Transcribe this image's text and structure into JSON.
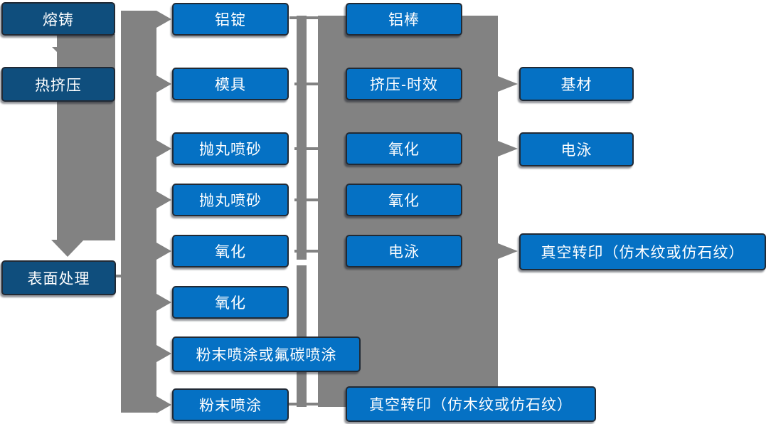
{
  "colors": {
    "dark_blue": "#0F4E7D",
    "bright_blue": "#0571C4",
    "connector_gray": "#828282",
    "node_border": "#212A35",
    "text_white": "#FFFFFF",
    "page_bg": "#FFFFFF"
  },
  "nodes": [
    {
      "id": "rongzhu",
      "label": "熔铸",
      "column": 1,
      "style": "dark"
    },
    {
      "id": "rejiya",
      "label": "热挤压",
      "column": 1,
      "style": "dark"
    },
    {
      "id": "biaomianchuli",
      "label": "表面处理",
      "column": 1,
      "style": "dark"
    },
    {
      "id": "lvding",
      "label": "铝锭",
      "column": 2,
      "style": "bright"
    },
    {
      "id": "muju",
      "label": "模具",
      "column": 2,
      "style": "bright"
    },
    {
      "id": "paowanpensha-1",
      "label": "抛丸喷砂",
      "column": 2,
      "style": "bright"
    },
    {
      "id": "paowanpensha-2",
      "label": "抛丸喷砂",
      "column": 2,
      "style": "bright"
    },
    {
      "id": "yanghua-1",
      "label": "氧化",
      "column": 2,
      "style": "bright"
    },
    {
      "id": "yanghua-2",
      "label": "氧化",
      "column": 2,
      "style": "bright"
    },
    {
      "id": "fenmo-or-futan",
      "label": "粉末喷涂或氟碳喷涂",
      "column": 2,
      "style": "bright"
    },
    {
      "id": "fenmopentu",
      "label": "粉末喷涂",
      "column": 2,
      "style": "bright"
    },
    {
      "id": "lvbang",
      "label": "铝棒",
      "column": 3,
      "style": "bright"
    },
    {
      "id": "jiya-shixiao",
      "label": "挤压-时效",
      "column": 3,
      "style": "bright"
    },
    {
      "id": "yanghua-3",
      "label": "氧化",
      "column": 3,
      "style": "bright"
    },
    {
      "id": "yanghua-4",
      "label": "氧化",
      "column": 3,
      "style": "bright"
    },
    {
      "id": "dianyong-1",
      "label": "电泳",
      "column": 3,
      "style": "bright"
    },
    {
      "id": "zhenkongzhuanyin-1",
      "label": "真空转印（仿木纹或仿石纹）",
      "column": 3,
      "style": "bright"
    },
    {
      "id": "jicai",
      "label": "基材",
      "column": 4,
      "style": "bright"
    },
    {
      "id": "dianyong-2",
      "label": "电泳",
      "column": 4,
      "style": "bright"
    },
    {
      "id": "zhenkongzhuanyin-2",
      "label": "真空转印（仿木纹或仿石纹）",
      "column": 4,
      "style": "bright"
    }
  ],
  "connections": [
    {
      "from": "rongzhu",
      "to": "rejiya",
      "kind": "down-arrow"
    },
    {
      "from": "rejiya",
      "to": "biaomianchuli",
      "kind": "down-arrow"
    },
    {
      "from": "process-trunk",
      "to": "lvding",
      "kind": "right-arrow"
    },
    {
      "from": "process-trunk",
      "to": "muju",
      "kind": "right-arrow"
    },
    {
      "from": "process-trunk",
      "to": "paowanpensha-1",
      "kind": "right-arrow"
    },
    {
      "from": "process-trunk",
      "to": "paowanpensha-2",
      "kind": "right-arrow"
    },
    {
      "from": "process-trunk",
      "to": "yanghua-1",
      "kind": "right-arrow"
    },
    {
      "from": "process-trunk",
      "to": "yanghua-2",
      "kind": "right-arrow"
    },
    {
      "from": "process-trunk",
      "to": "fenmo-or-futan",
      "kind": "right-arrow"
    },
    {
      "from": "process-trunk",
      "to": "fenmopentu",
      "kind": "right-arrow"
    },
    {
      "from": "biaomianchuli",
      "to": "process-trunk",
      "kind": "line"
    },
    {
      "from": "lvding",
      "to": "lvbang",
      "kind": "line"
    },
    {
      "from": "muju",
      "to": "jiya-shixiao",
      "kind": "line"
    },
    {
      "from": "jiya-shixiao",
      "to": "jicai",
      "kind": "right-arrow"
    },
    {
      "from": "yanghua-3",
      "to": "dianyong-2",
      "kind": "right-arrow"
    },
    {
      "from": "dianyong-1",
      "to": "zhenkongzhuanyin-2",
      "kind": "right-arrow"
    },
    {
      "from": "fenmopentu",
      "to": "zhenkongzhuanyin-1",
      "kind": "line"
    }
  ]
}
